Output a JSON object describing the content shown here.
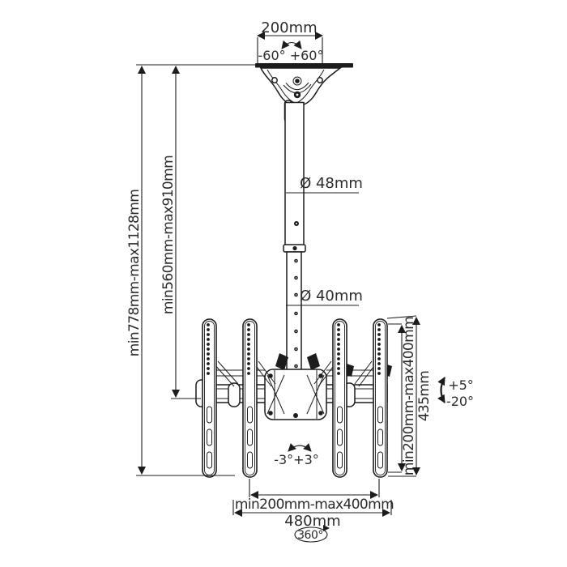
{
  "page": {
    "background": "#ffffff",
    "line_color": "#1c1c1c",
    "text_color": "#2b2b2b"
  },
  "diagram": {
    "subject": "dual-ceiling-tv-mount-dimension-drawing",
    "top": {
      "plate_width": "200mm",
      "swivel_range": "-60° +60°"
    },
    "pole": {
      "upper_diameter": "Ø 48mm",
      "lower_diameter": "Ø 40mm"
    },
    "left": {
      "overall_height": "min778mm-max1128mm",
      "pole_height": "min560mm-max910mm"
    },
    "right": {
      "vesa_height": "min200mm-max400mm",
      "bracket_height": "435mm",
      "tilt_up": "+5°",
      "tilt_down": "-20°"
    },
    "bottom": {
      "level_range": "-3°+3°",
      "vesa_width": "min200mm-max400mm",
      "crossbar_width": "480mm",
      "rotation": "360°"
    }
  }
}
